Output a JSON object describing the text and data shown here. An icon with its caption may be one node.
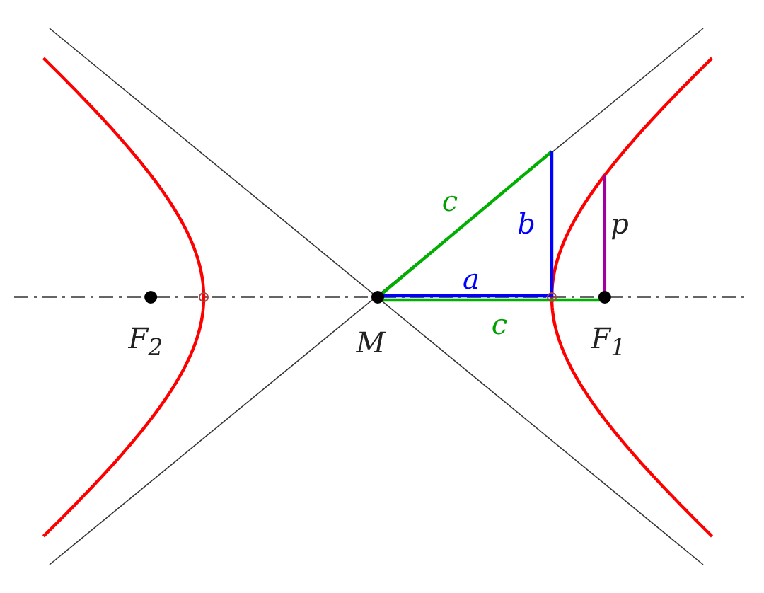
{
  "diagram": {
    "labels": [
      "c",
      "b",
      "p",
      "a",
      "c",
      "F$_{2}$",
      "M",
      "F$_{1}$"
    ]
  }
}
